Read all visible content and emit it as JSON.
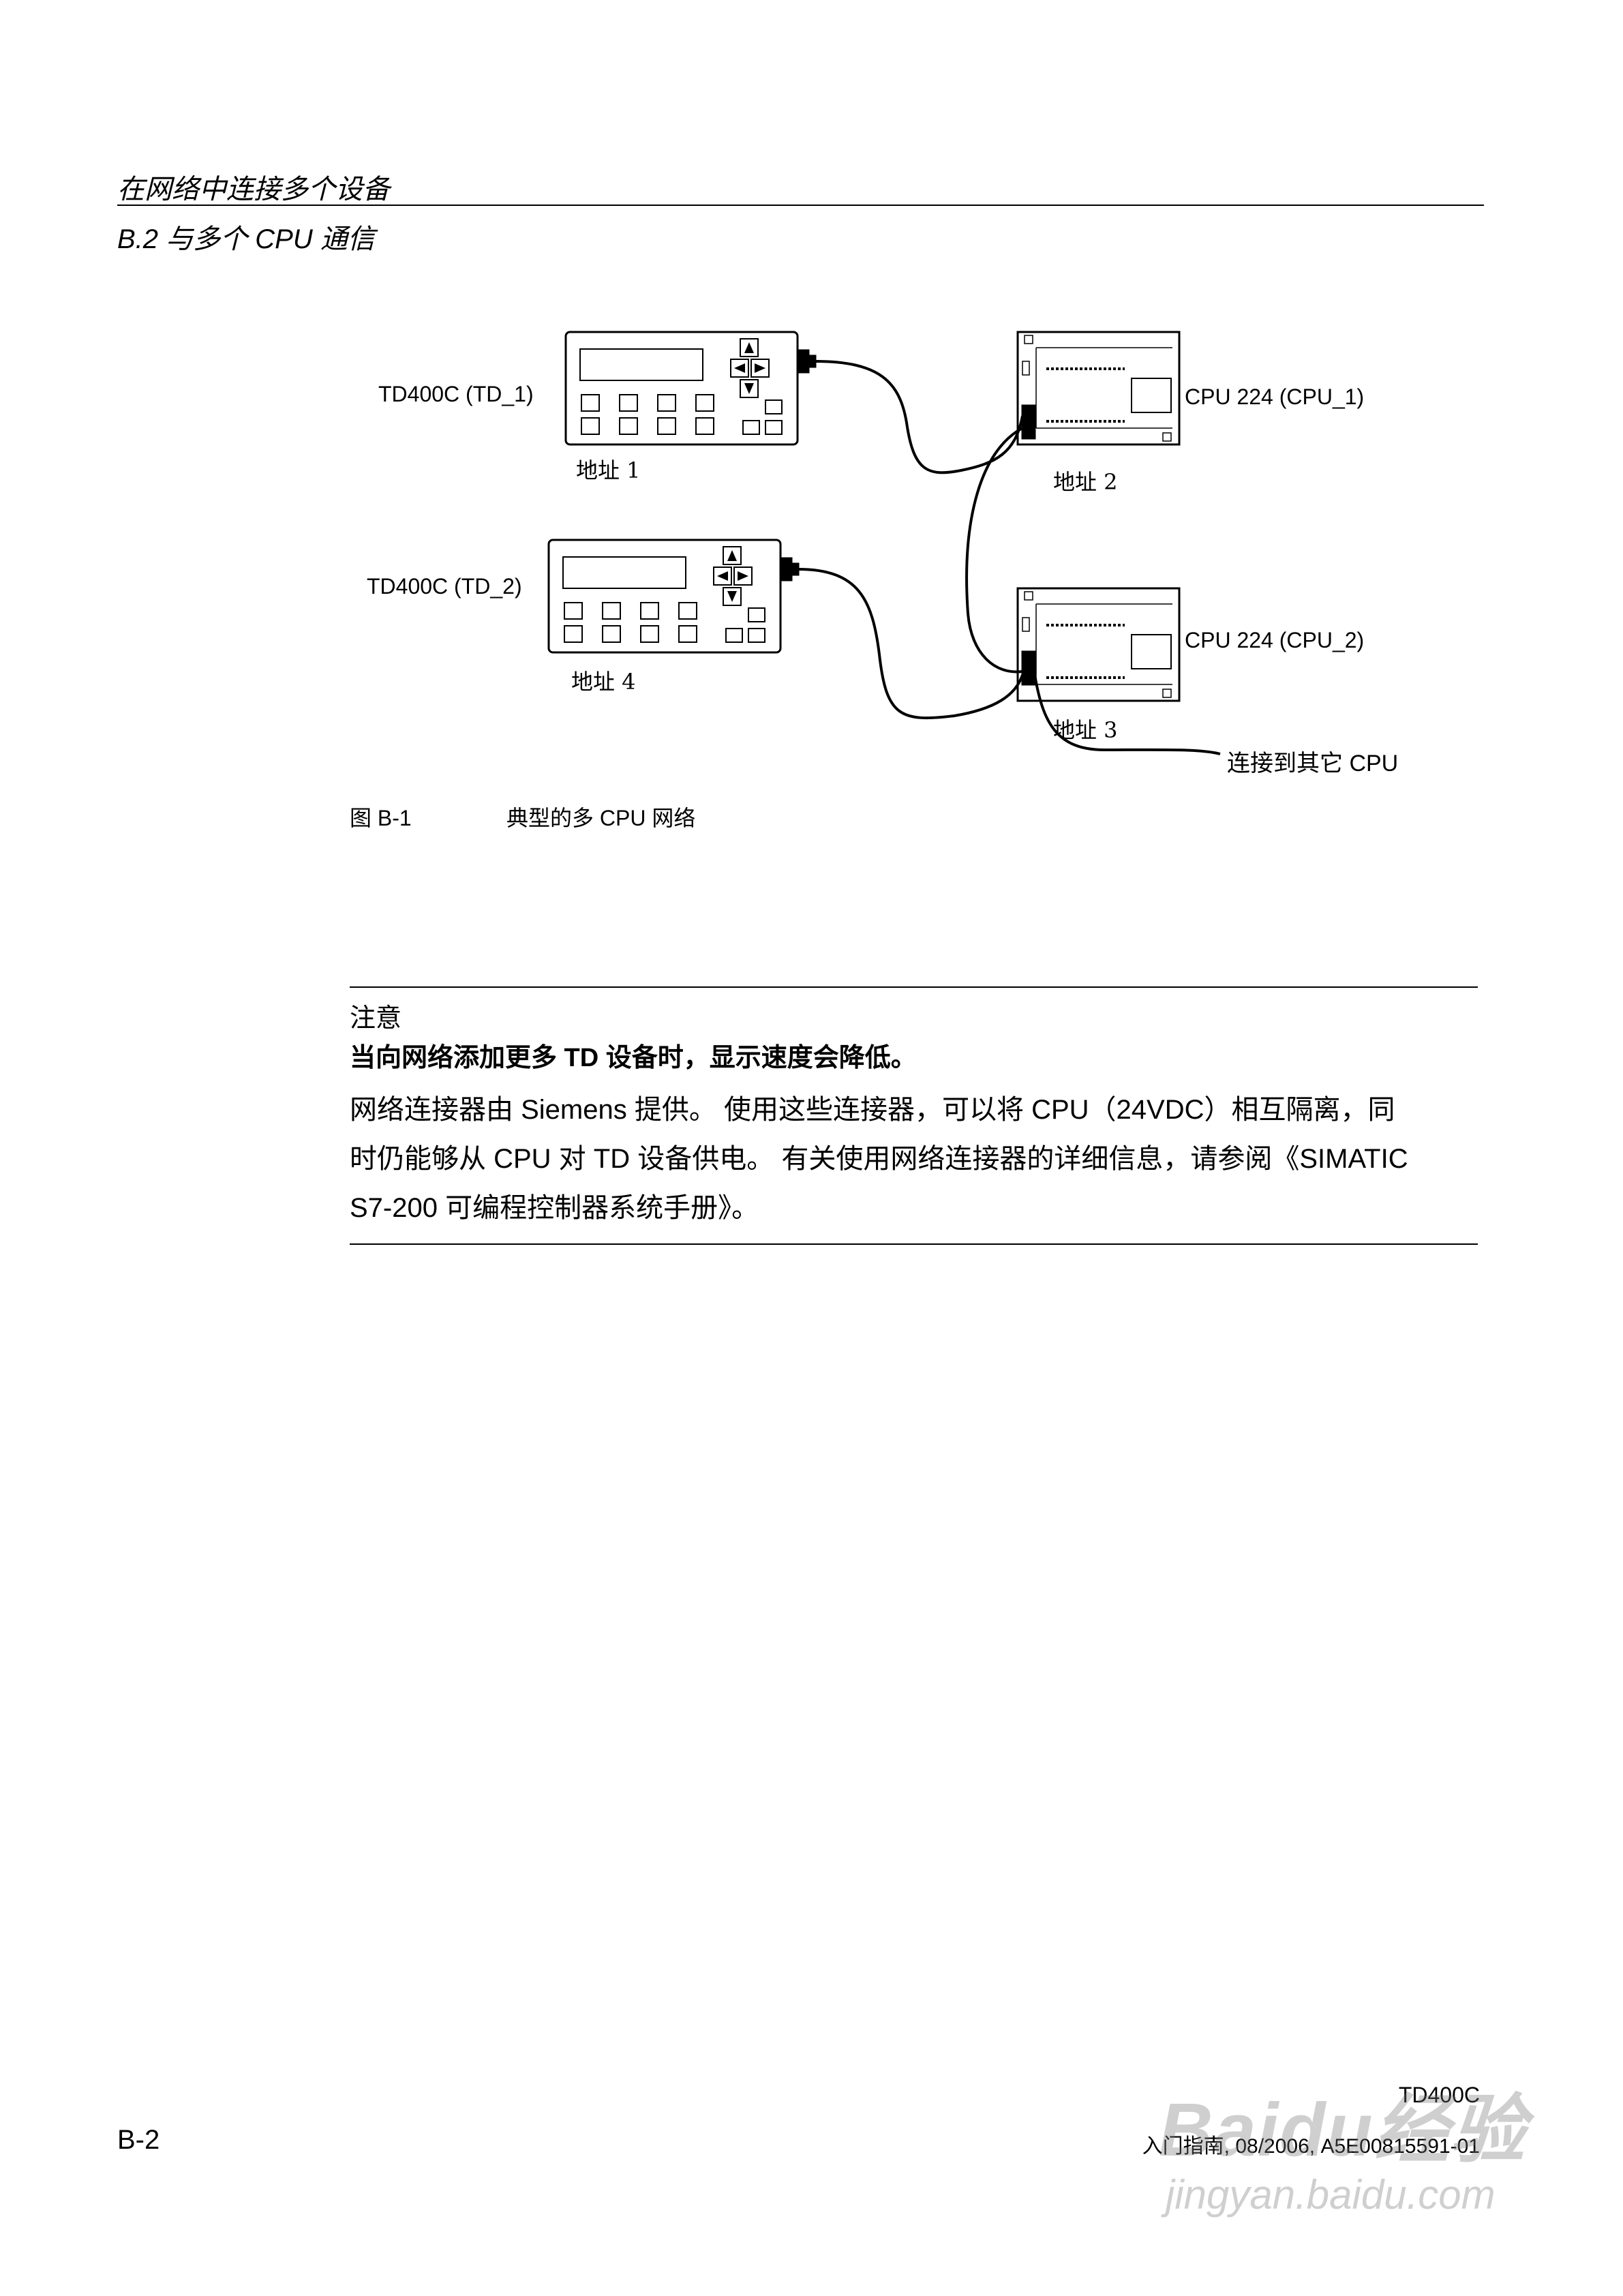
{
  "header": {
    "chapter": "在网络中连接多个设备",
    "section": "B.2 与多个 CPU 通信"
  },
  "figure": {
    "labels": {
      "td1": "TD400C (TD_1)",
      "td2": "TD400C (TD_2)",
      "cpu1": "CPU 224 (CPU_1)",
      "cpu2": "CPU 224 (CPU_2)",
      "addr1": "地址 1",
      "addr2": "地址 2",
      "addr3": "地址 3",
      "addr4": "地址 4",
      "other": "连接到其它 CPU"
    },
    "caption_num": "图 B-1",
    "caption_text": "典型的多 CPU 网络"
  },
  "note": {
    "title": "注意",
    "bold_line": "当向网络添加更多 TD 设备时，显示速度会降低。",
    "lines": [
      "网络连接器由 Siemens 提供。 使用这些连接器，可以将 CPU（24VDC）相互隔离，同",
      "时仍能够从 CPU 对 TD 设备供电。 有关使用网络连接器的详细信息，请参阅《SIMATIC",
      "S7-200 可编程控制器系统手册》。"
    ]
  },
  "footer": {
    "page": "B-2",
    "product": "TD400C",
    "doc": "入门指南, 08/2006, A5E00815591-01",
    "watermark_line1": "Baidu经验",
    "watermark_line2": "jingyan.baidu.com"
  }
}
